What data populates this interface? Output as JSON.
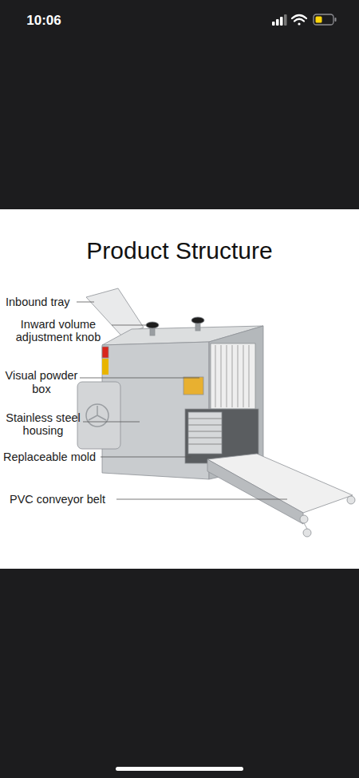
{
  "diagram": {
    "title": "Product Structure",
    "labels": [
      "10:06",
      "Inbound tray",
      "Inward volume adjustment knob",
      "Visual powder box",
      "Stainless steel housing",
      "Replaceable mold",
      "PVC conveyor belt"
    ]
  }
}
